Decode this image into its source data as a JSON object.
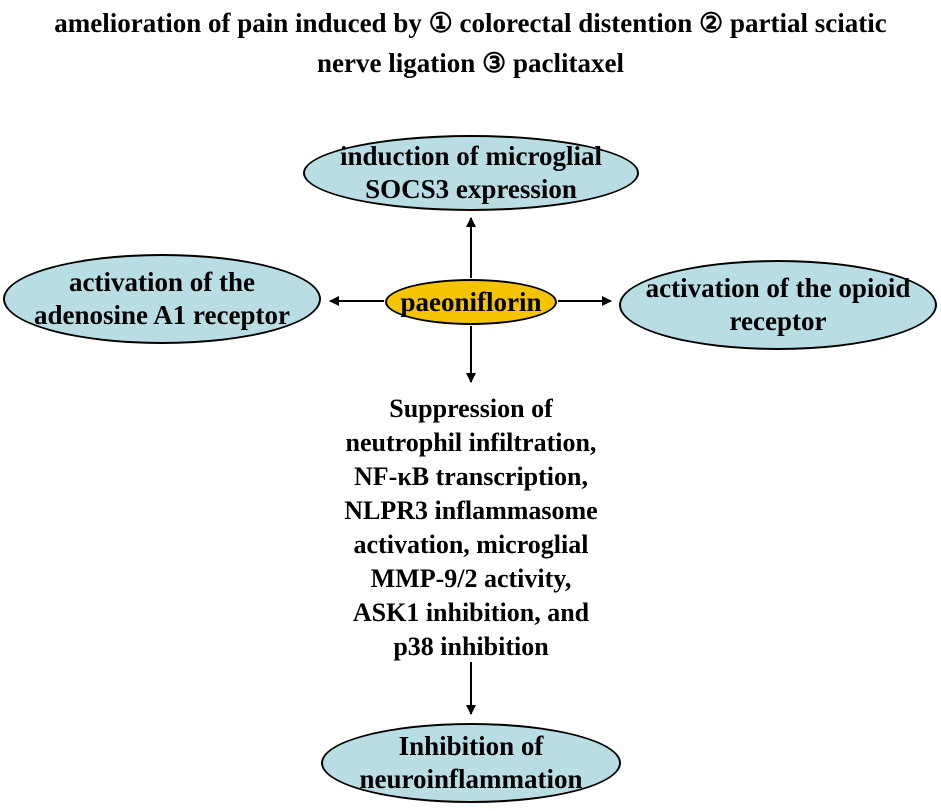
{
  "title": {
    "line1": "amelioration of pain induced by ① colorectal distention ② partial sciatic",
    "line2": "nerve ligation ③ paclitaxel"
  },
  "nodes": {
    "microglial": "induction of microglial\nSOCS3 expression",
    "adenosine": "activation of the\nadenosine A1 receptor",
    "paeoniflorin": "paeoniflorin",
    "opioid": "activation of the opioid\nreceptor",
    "neuroinflammation": "Inhibition of\nneuroinflammation"
  },
  "suppression_text": [
    "Suppression of",
    "neutrophil infiltration,",
    "NF-κB transcription,",
    "NLPR3 inflammasome",
    "activation, microglial",
    "MMP-9/2 activity,",
    "ASK1 inhibition, and",
    "p38 inhibition"
  ],
  "colors": {
    "ellipse_fill": "#b8dde2",
    "center_fill": "#f5c400",
    "stroke": "#000000",
    "background": "#ffffff"
  }
}
